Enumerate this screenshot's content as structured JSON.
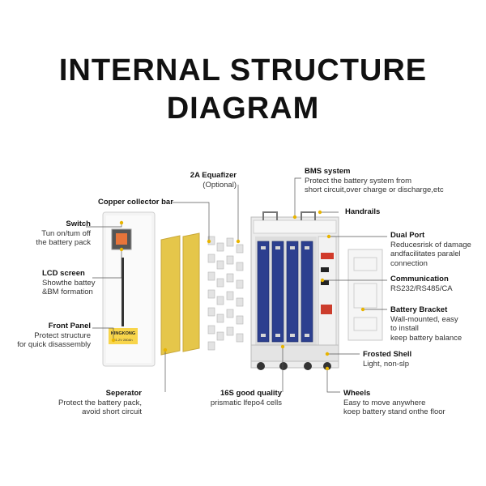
{
  "title": {
    "line1": "INTERNAL STRUCTURE",
    "line2": "DIAGRAM"
  },
  "front_panel_brand": {
    "name": "KINGKONG",
    "model": "51.2V 280Ah"
  },
  "callouts": {
    "copper_collector_bar": {
      "title": "Copper collector bar"
    },
    "equalizer": {
      "title": "2A Equafizer",
      "desc1": "(Optional)"
    },
    "bms": {
      "title": "BMS system",
      "desc1": "Protect the battery system from",
      "desc2": "short circuit,over charge or discharge,etc"
    },
    "handrails": {
      "title": "Handrails"
    },
    "switch": {
      "title": "Switch",
      "desc1": "Tun on/tum off",
      "desc2": "the battery pack"
    },
    "lcd": {
      "title": "LCD screen",
      "desc1": "Showthe battey",
      "desc2": "&BM formation"
    },
    "front_panel": {
      "title": "Front Panel",
      "desc1": "Protect structure",
      "desc2": "for quick disassembly"
    },
    "dual_port": {
      "title": "Dual Port",
      "desc1": "Reducesrisk of damage",
      "desc2": "andfacilitates paralel",
      "desc3": "connection"
    },
    "communication": {
      "title": "Communication",
      "desc1": "RS232/RS485/CA"
    },
    "battery_bracket": {
      "title": "Battery Bracket",
      "desc1": "Wall-mounted, easy",
      "desc2": "to install",
      "desc3": "keep battery balance"
    },
    "frosted_shell": {
      "title": "Frosted Shell",
      "desc1": "Light, non-slp"
    },
    "separator": {
      "title": "Seperator",
      "desc1": "Protect the battery pack,",
      "desc2": "avoid short circuit"
    },
    "cells": {
      "title": "16S good quality",
      "desc1": "prismatic lfepo4 cells"
    },
    "wheels": {
      "title": "Wheels",
      "desc1": "Easy to move anywhere",
      "desc2": "koep battery stand onthe floor"
    }
  },
  "colors": {
    "title": "#111111",
    "leader_line": "#555555",
    "dot": "#e8b400",
    "separator": "#e5c64a",
    "cell_blue": "#2c3f8f",
    "shell": "#ececec",
    "port_red": "#d13a2a"
  }
}
